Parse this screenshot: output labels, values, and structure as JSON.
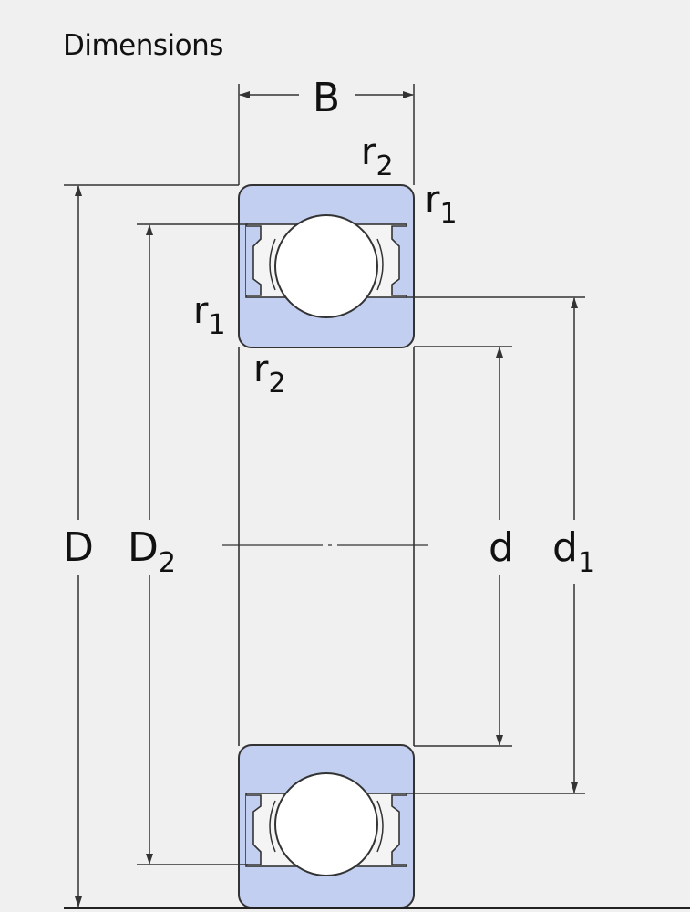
{
  "section": {
    "title": "Dimensions"
  },
  "diagram": {
    "labels": {
      "B": "B",
      "D": "D",
      "D2": {
        "base": "D",
        "sub": "2"
      },
      "d": "d",
      "d1": {
        "base": "d",
        "sub": "1"
      },
      "r1": {
        "base": "r",
        "sub": "1"
      },
      "r2": {
        "base": "r",
        "sub": "2"
      }
    },
    "colors": {
      "ring_fill": "#c2cff0",
      "outline": "#333333",
      "ball_fill": "#ffffff",
      "background": "#f0f0f0"
    }
  }
}
